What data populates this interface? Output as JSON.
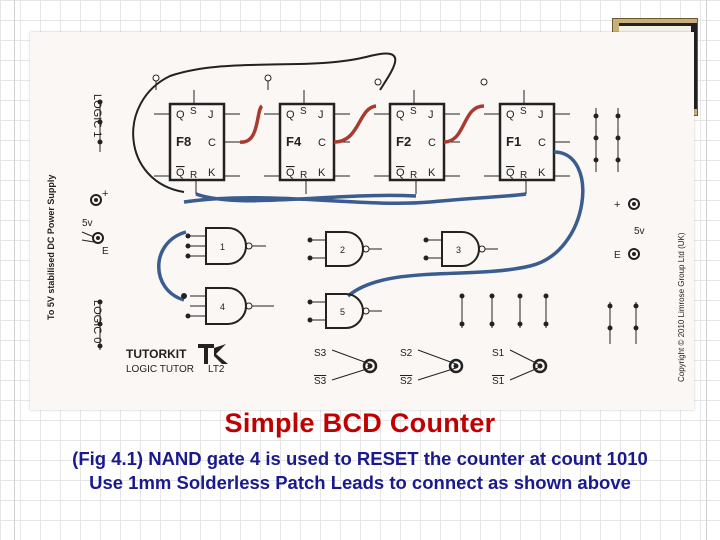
{
  "board": {
    "left_label": "To 5V stabilised DC Power Supply",
    "right_copyright": "Copyright © 2010 Limrose Group Ltd (UK)",
    "logic1": "LOGIC 1",
    "logic0": "LOGIC 0",
    "brand1": "TUTORKIT",
    "brand2": "LOGIC TUTOR",
    "brand_model": "LT2",
    "plus": "+",
    "volts": "5v",
    "earth": "E",
    "flipflops": [
      {
        "name": "F8",
        "q": "Q",
        "qbar": "Q",
        "s": "S",
        "j": "J",
        "c": "C",
        "r": "R",
        "k": "K"
      },
      {
        "name": "F4",
        "q": "Q",
        "qbar": "Q",
        "s": "S",
        "j": "J",
        "c": "C",
        "r": "R",
        "k": "K"
      },
      {
        "name": "F2",
        "q": "Q",
        "qbar": "Q",
        "s": "S",
        "j": "J",
        "c": "C",
        "r": "R",
        "k": "K"
      },
      {
        "name": "F1",
        "q": "Q",
        "qbar": "Q",
        "s": "S",
        "j": "J",
        "c": "C",
        "r": "R",
        "k": "K"
      }
    ],
    "gates": [
      "1",
      "2",
      "3",
      "4",
      "5"
    ],
    "switches": [
      {
        "name": "S3",
        "inv": "S3"
      },
      {
        "name": "S2",
        "inv": "S2"
      },
      {
        "name": "S1",
        "inv": "S1"
      }
    ]
  },
  "caption": {
    "title": "Simple BCD Counter",
    "line1": "(Fig 4.1) NAND gate 4 is used to RESET the counter at count 1010",
    "line2": "Use 1mm Solderless Patch Leads to connect as shown above"
  },
  "colors": {
    "title": "#c00000",
    "caption": "#1a1a8c",
    "red_wire": "#a83a2e",
    "blue_wire": "#3b5c8f",
    "ink": "#222222"
  }
}
